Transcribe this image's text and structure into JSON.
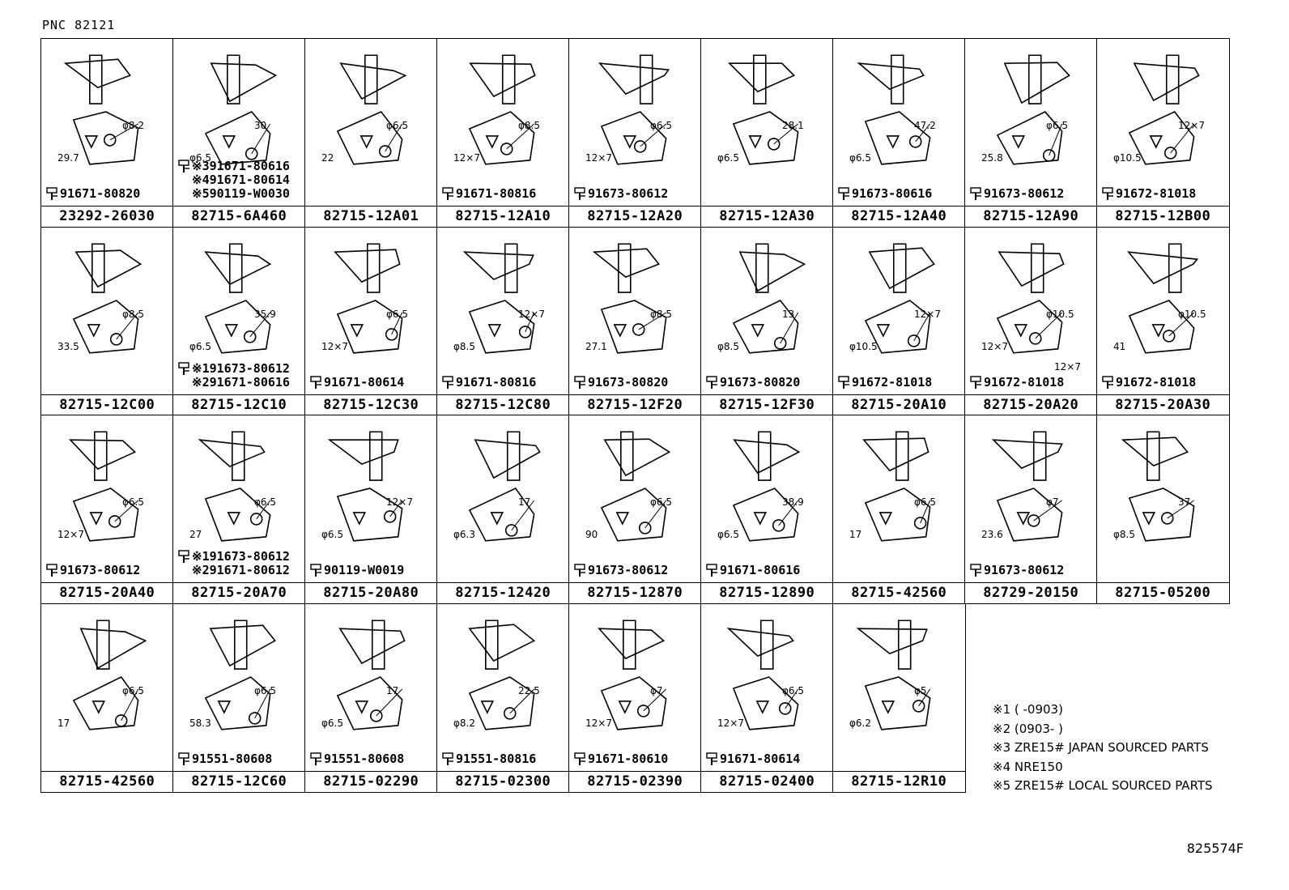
{
  "pnc": "PNC 82121",
  "figure_id": "825574F",
  "cells": [
    {
      "part": "23292-26030",
      "bolts": [
        "91671-80820"
      ],
      "dims": [
        "φ8.2",
        "29.7"
      ]
    },
    {
      "part": "82715-6A460",
      "bolts": [
        "※391671-80616",
        "※491671-80614",
        "※590119-W0030"
      ],
      "dims": [
        "30",
        "φ6.5"
      ]
    },
    {
      "part": "82715-12A01",
      "bolts": [],
      "dims": [
        "φ6.5",
        "22"
      ]
    },
    {
      "part": "82715-12A10",
      "bolts": [
        "91671-80816"
      ],
      "dims": [
        "φ8.5",
        "12×7"
      ]
    },
    {
      "part": "82715-12A20",
      "bolts": [
        "91673-80612"
      ],
      "dims": [
        "φ6.5",
        "12×7"
      ]
    },
    {
      "part": "82715-12A30",
      "bolts": [],
      "dims": [
        "28.1",
        "φ6.5"
      ]
    },
    {
      "part": "82715-12A40",
      "bolts": [
        "91673-80616"
      ],
      "dims": [
        "47.2",
        "φ6.5"
      ]
    },
    {
      "part": "82715-12A90",
      "bolts": [
        "91673-80612"
      ],
      "dims": [
        "φ6.5",
        "25.8"
      ]
    },
    {
      "part": "82715-12B00",
      "bolts": [
        "91672-81018"
      ],
      "dims": [
        "12×7",
        "φ10.5"
      ]
    },
    {
      "part": "82715-12C00",
      "bolts": [],
      "dims": [
        "φ8.5",
        "33.5"
      ]
    },
    {
      "part": "82715-12C10",
      "bolts": [
        "※191673-80612",
        "※291671-80616"
      ],
      "dims": [
        "35.9",
        "φ6.5"
      ]
    },
    {
      "part": "82715-12C30",
      "bolts": [
        "91671-80614"
      ],
      "dims": [
        "φ6.5",
        "12×7"
      ]
    },
    {
      "part": "82715-12C80",
      "bolts": [
        "91671-80816"
      ],
      "dims": [
        "12×7",
        "φ8.5"
      ]
    },
    {
      "part": "82715-12F20",
      "bolts": [
        "91673-80820"
      ],
      "dims": [
        "φ8.5",
        "27.1"
      ]
    },
    {
      "part": "82715-12F30",
      "bolts": [
        "91673-80820"
      ],
      "dims": [
        "13",
        "φ8.5"
      ]
    },
    {
      "part": "82715-20A10",
      "bolts": [
        "91672-81018"
      ],
      "dims": [
        "12×7",
        "φ10.5"
      ]
    },
    {
      "part": "82715-20A20",
      "bolts": [
        "91672-81018"
      ],
      "dims": [
        "φ10.5",
        "12×7",
        "12×7"
      ]
    },
    {
      "part": "82715-20A30",
      "bolts": [
        "91672-81018"
      ],
      "dims": [
        "φ10.5",
        "41"
      ]
    },
    {
      "part": "82715-20A40",
      "bolts": [
        "91673-80612"
      ],
      "dims": [
        "φ6.5",
        "12×7"
      ]
    },
    {
      "part": "82715-20A70",
      "bolts": [
        "※191673-80612",
        "※291671-80612"
      ],
      "dims": [
        "φ6.5",
        "27"
      ]
    },
    {
      "part": "82715-20A80",
      "bolts": [
        "90119-W0019"
      ],
      "dims": [
        "12×7",
        "φ6.5"
      ]
    },
    {
      "part": "82715-12420",
      "bolts": [],
      "dims": [
        "17",
        "φ6.3"
      ]
    },
    {
      "part": "82715-12870",
      "bolts": [
        "91673-80612"
      ],
      "dims": [
        "φ6.5",
        "90"
      ]
    },
    {
      "part": "82715-12890",
      "bolts": [
        "91671-80616"
      ],
      "dims": [
        "38.9",
        "φ6.5"
      ]
    },
    {
      "part": "82715-42560",
      "bolts": [],
      "dims": [
        "φ6.5",
        "17"
      ]
    },
    {
      "part": "82729-20150",
      "bolts": [
        "91673-80612"
      ],
      "dims": [
        "φ7",
        "23.6"
      ]
    },
    {
      "part": "82715-05200",
      "bolts": [],
      "dims": [
        "37",
        "φ8.5"
      ]
    },
    {
      "part": "82715-42560",
      "bolts": [],
      "dims": [
        "φ6.5",
        "17"
      ]
    },
    {
      "part": "82715-12C60",
      "bolts": [
        "91551-80608"
      ],
      "dims": [
        "φ6.5",
        "58.3"
      ]
    },
    {
      "part": "82715-02290",
      "bolts": [
        "91551-80608"
      ],
      "dims": [
        "17",
        "φ6.5"
      ]
    },
    {
      "part": "82715-02300",
      "bolts": [
        "91551-80816"
      ],
      "dims": [
        "22.5",
        "φ8.2"
      ]
    },
    {
      "part": "82715-02390",
      "bolts": [
        "91671-80610"
      ],
      "dims": [
        "φ7",
        "12×7"
      ]
    },
    {
      "part": "82715-02400",
      "bolts": [
        "91671-80614"
      ],
      "dims": [
        "φ6.5",
        "12×7"
      ]
    },
    {
      "part": "82715-12R10",
      "bolts": [],
      "dims": [
        "φ5",
        "φ6.2"
      ]
    }
  ],
  "notes": [
    "※1 (      -0903)",
    "※2 (0903-      )",
    "※3 ZRE15# JAPAN SOURCED PARTS",
    "※4 NRE150",
    "※5 ZRE15# LOCAL SOURCED PARTS"
  ]
}
